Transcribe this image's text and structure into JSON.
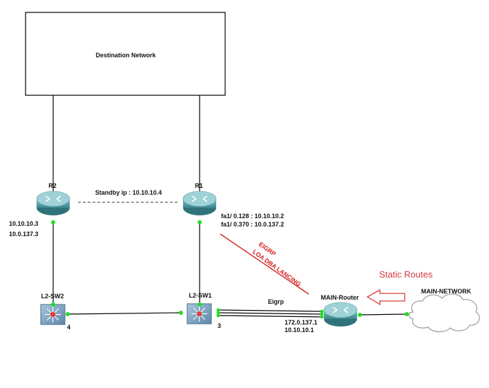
{
  "diagram": {
    "destination_network": "Destination Network",
    "devices": {
      "r1": "R1",
      "r2": "R2",
      "sw1": "L2-SW1",
      "sw2": "L2-SW2",
      "main_router": "MAIN-Router",
      "main_network": "MAIN-NETWORK"
    },
    "labels": {
      "standby_ip": "Standby ip : 10.10.10.4",
      "r2_ip1": "10.10.10.3",
      "r2_ip2": "10.0.137.3",
      "r1_if1": "fa1/ 0.128 :  10.10.10.2",
      "r1_if2": "fa1/ 0.370 :  10.0.137.2",
      "sw2_port": "4",
      "sw1_port": "3",
      "eigrp": "Eigrp",
      "mr_ip1": "172.0.137.1",
      "mr_ip2": "10.10.10.1",
      "eigrp_lb_1": "EIGRP",
      "eigrp_lb_2": "LOA DBA LANCING",
      "static_routes": "Static Routes"
    },
    "colors": {
      "link": "#000000",
      "port_dot": "#22dd22",
      "router_body": "#4e9aa0",
      "router_top": "#8fc7cc",
      "switch_body": "#7fa6c4",
      "annotation_red": "#d43a3a"
    }
  }
}
